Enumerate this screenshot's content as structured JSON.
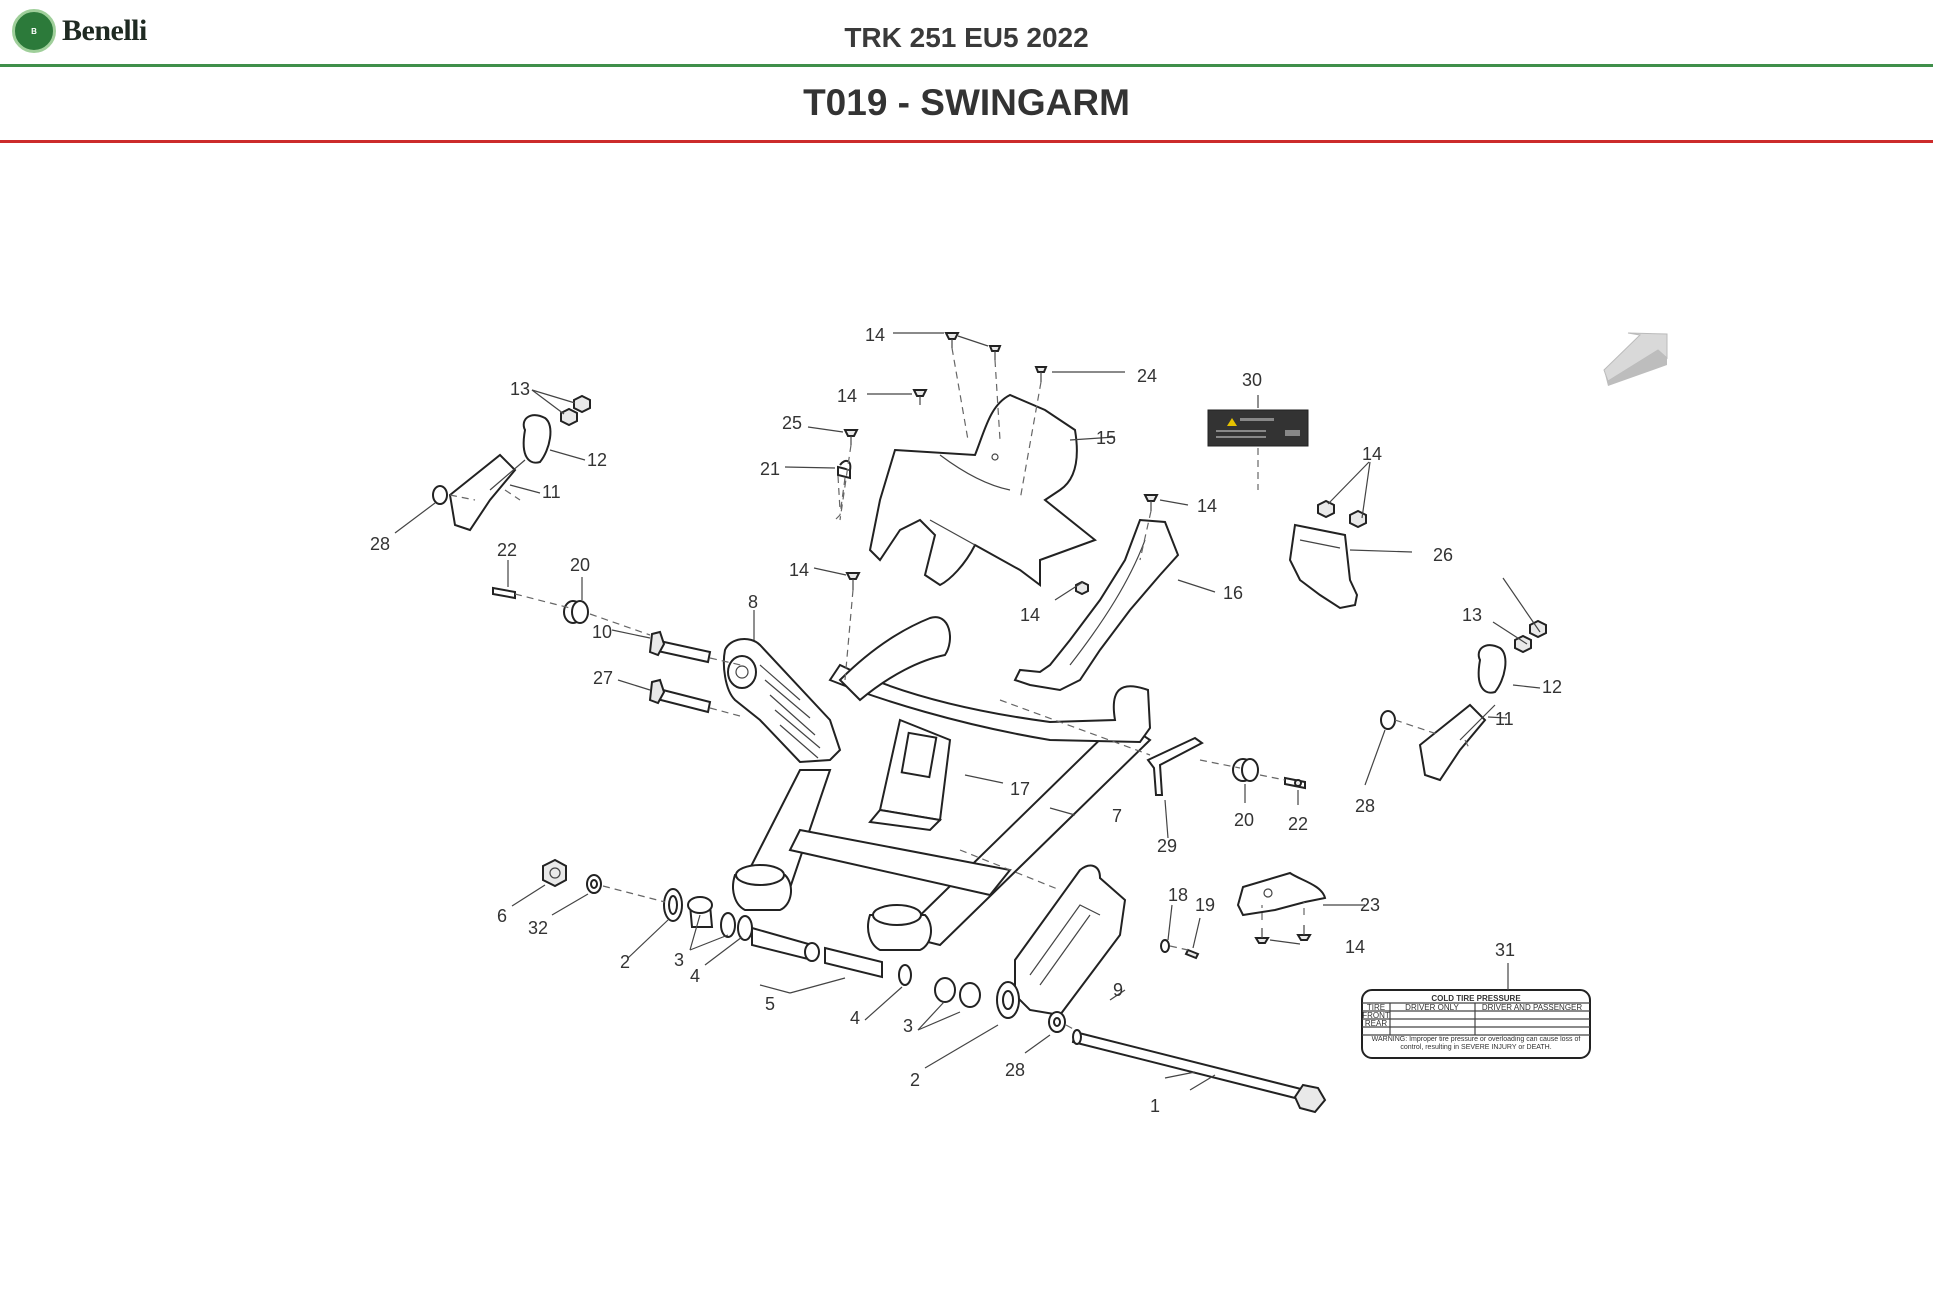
{
  "header": {
    "brand": "Benelli",
    "model": "TRK 251 EU5 2022",
    "section": "T019 - SWINGARM"
  },
  "colors": {
    "green_rule": "#3f8f4a",
    "red_rule": "#cc2b2b",
    "logo_green": "#2c7a3a"
  },
  "nav_icon": "next-page-arrow-icon",
  "callouts": {
    "c1": "1",
    "c2a": "2",
    "c2b": "2",
    "c3a": "3",
    "c3b": "3",
    "c4a": "4",
    "c4b": "4",
    "c5": "5",
    "c6": "6",
    "c7": "7",
    "c8": "8",
    "c9": "9",
    "c10": "10",
    "c11a": "11",
    "c11b": "11",
    "c12a": "12",
    "c12b": "12",
    "c13a": "13",
    "c13b": "13",
    "c14a": "14",
    "c14b": "14",
    "c14c": "14",
    "c14d": "14",
    "c14e": "14",
    "c14f": "14",
    "c14g": "14",
    "c15": "15",
    "c16": "16",
    "c17": "17",
    "c18": "18",
    "c19": "19",
    "c20a": "20",
    "c20b": "20",
    "c21": "21",
    "c22a": "22",
    "c22b": "22",
    "c23": "23",
    "c24": "24",
    "c25": "25",
    "c26": "26",
    "c27": "27",
    "c28a": "28",
    "c28b": "28",
    "c28c": "28",
    "c29": "29",
    "c30": "30",
    "c31": "31",
    "c32": "32"
  },
  "tire_label": {
    "title": "COLD TIRE PRESSURE",
    "col_tire": "TIRE",
    "col_driver": "DRIVER ONLY",
    "col_both": "DRIVER AND PASSENGER",
    "row_front": "FRONT",
    "row_rear": "REAR",
    "warning": "WARNING: Improper tire pressure or overloading can cause loss of control, resulting in SEVERE INJURY or DEATH."
  }
}
